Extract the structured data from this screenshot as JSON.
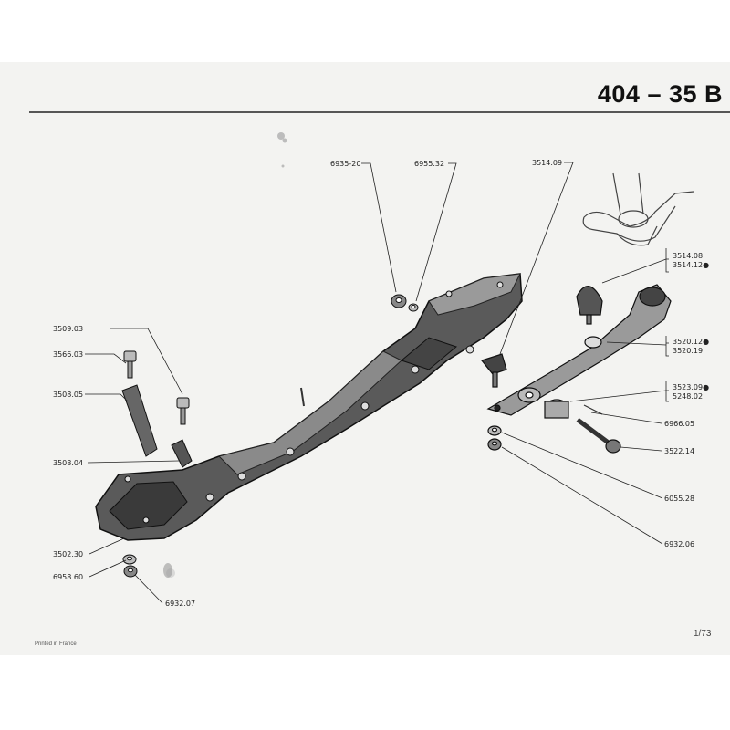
{
  "header": {
    "title": "404 – 35 B"
  },
  "parts": {
    "p6935_20": "6935-20",
    "p6955_32": "6955.32",
    "p3514_09": "3514.09",
    "p3514_08": "3514.08",
    "p3514_12": "3514.12●",
    "p3509_03": "3509.03",
    "p3566_03": "3566.03",
    "p3520_12": "3520.12●",
    "p3520_19": "3520.19",
    "p3508_05": "3508.05",
    "p3523_09": "3523.09●",
    "p5248_02": "5248.02",
    "p6966_05": "6966.05",
    "p3522_14": "3522.14",
    "p3508_04": "3508.04",
    "p6055_28": "6055.28",
    "p6932_06": "6932.06",
    "p3502_30": "3502.30",
    "p6958_60": "6958.60",
    "p6932_07": "6932.07"
  },
  "footer": {
    "printed": "Printed in France",
    "page": "1/73"
  }
}
